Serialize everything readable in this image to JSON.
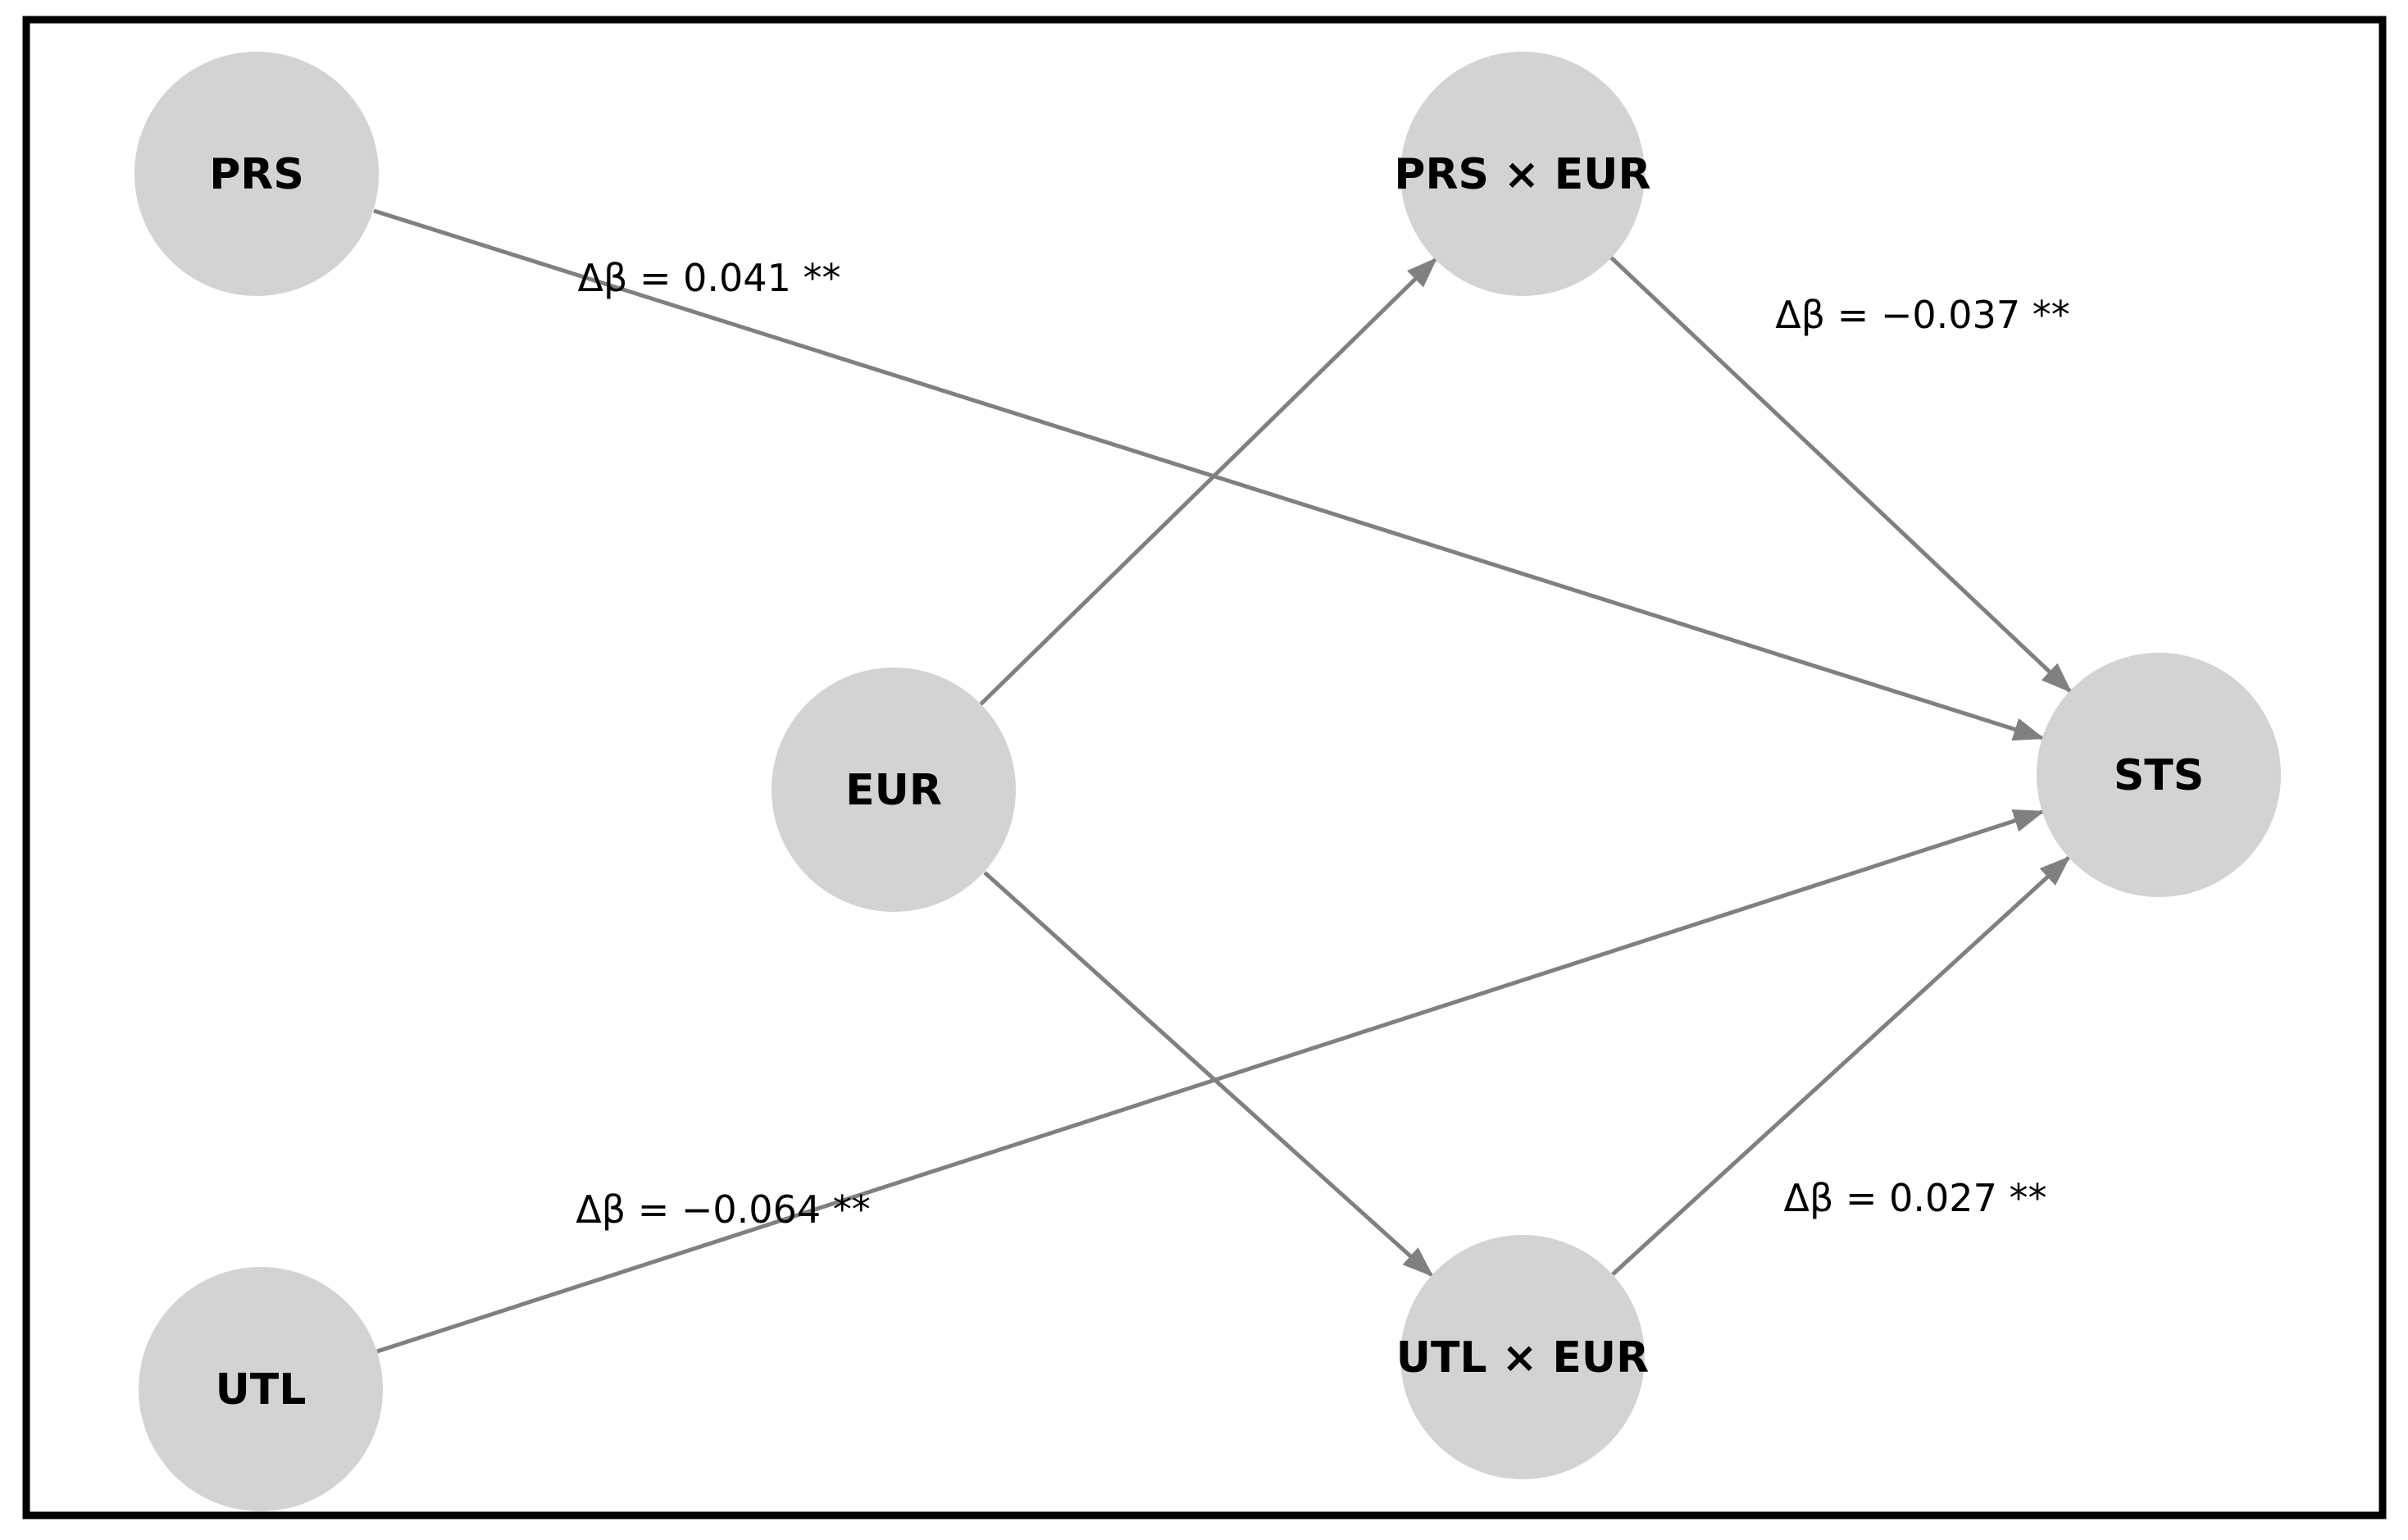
{
  "figure": {
    "type": "moderation-path-diagram",
    "background_color": "#ffffff",
    "frame_color": "#000000",
    "node_fill_color": "#d3d3d3",
    "node_label_color": "#000000",
    "edge_color": "#808080",
    "edge_label_color": "#000000",
    "nodes": [
      {
        "id": "prs",
        "label": "PRS"
      },
      {
        "id": "prs-x-eur",
        "label": "PRS × EUR"
      },
      {
        "id": "eur",
        "label": "EUR"
      },
      {
        "id": "sts",
        "label": "STS"
      },
      {
        "id": "utl",
        "label": "UTL"
      },
      {
        "id": "utl-x-eur",
        "label": "UTL × EUR"
      }
    ],
    "edges": [
      {
        "from": "PRS",
        "to": "STS",
        "label": "Δβ = 0.041 **",
        "delta_beta": 0.041,
        "significance": "**"
      },
      {
        "from": "UTL",
        "to": "STS",
        "label": "Δβ = −0.064 **",
        "delta_beta": -0.064,
        "significance": "**"
      },
      {
        "from": "EUR",
        "to": "PRS × EUR",
        "label": ""
      },
      {
        "from": "EUR",
        "to": "UTL × EUR",
        "label": ""
      },
      {
        "from": "PRS × EUR",
        "to": "STS",
        "label": "Δβ = −0.037 **",
        "delta_beta": -0.037,
        "significance": "**"
      },
      {
        "from": "UTL × EUR",
        "to": "STS",
        "label": "Δβ = 0.027 **",
        "delta_beta": 0.027,
        "significance": "**"
      }
    ]
  }
}
